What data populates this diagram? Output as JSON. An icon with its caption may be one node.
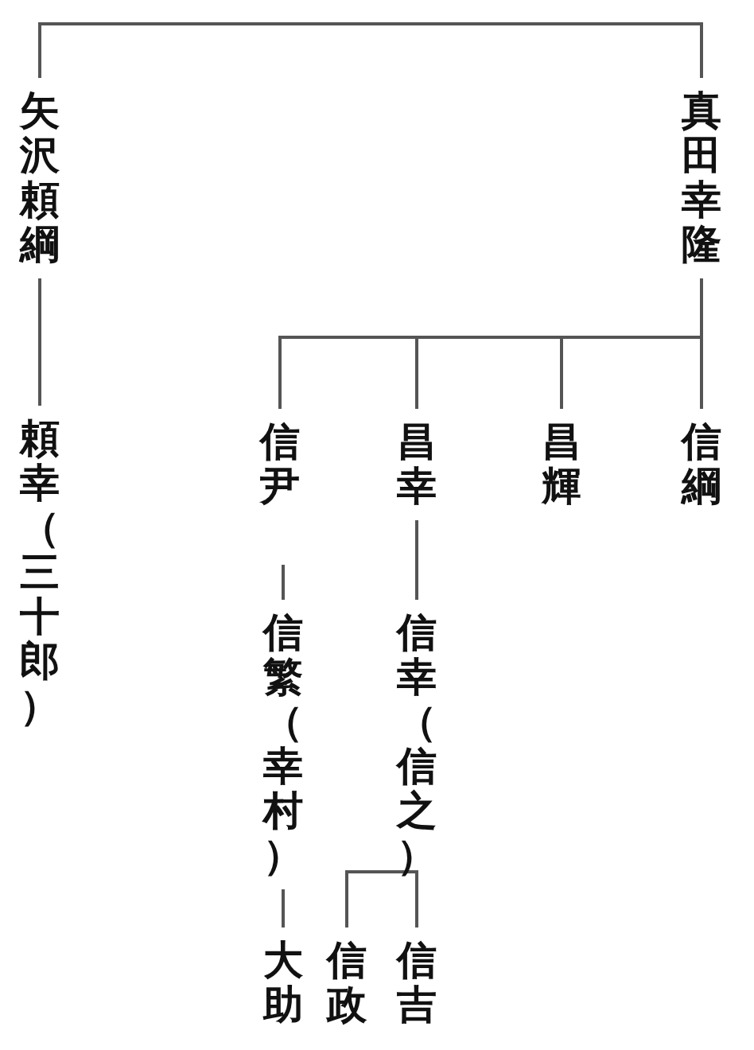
{
  "diagram": {
    "nodes": [
      {
        "text": [
          "矢沢頼綱"
        ]
      },
      {
        "text": [
          "真田幸隆"
        ]
      },
      {
        "text": [
          "頼幸（三十郎）"
        ]
      },
      {
        "text": [
          "信尹"
        ]
      },
      {
        "text": [
          "昌幸"
        ]
      },
      {
        "text": [
          "昌輝"
        ]
      },
      {
        "text": [
          "信綱"
        ]
      },
      {
        "text": [
          "信繁（幸村）"
        ]
      },
      {
        "text": [
          "信幸（信之）"
        ]
      },
      {
        "text": [
          "大助"
        ]
      },
      {
        "text": [
          "信政"
        ]
      },
      {
        "text": [
          "信吉"
        ]
      }
    ],
    "edges": [
      {
        "from": 0,
        "to": 1,
        "arrow": "none"
      },
      {
        "from": 0,
        "to": 2,
        "arrow": "none"
      },
      {
        "from": 1,
        "to": 3,
        "arrow": "none"
      },
      {
        "from": 1,
        "to": 4,
        "arrow": "none"
      },
      {
        "from": 1,
        "to": 5,
        "arrow": "none"
      },
      {
        "from": 1,
        "to": 6,
        "arrow": "none"
      },
      {
        "from": 4,
        "to": 8,
        "arrow": "none"
      },
      {
        "from": null,
        "to": 7,
        "arrow": "none"
      },
      {
        "from": 7,
        "to": 9,
        "arrow": "none"
      },
      {
        "from": 8,
        "to": 11,
        "arrow": "none"
      },
      {
        "from": 8,
        "to": 10,
        "arrow": "none"
      }
    ]
  }
}
